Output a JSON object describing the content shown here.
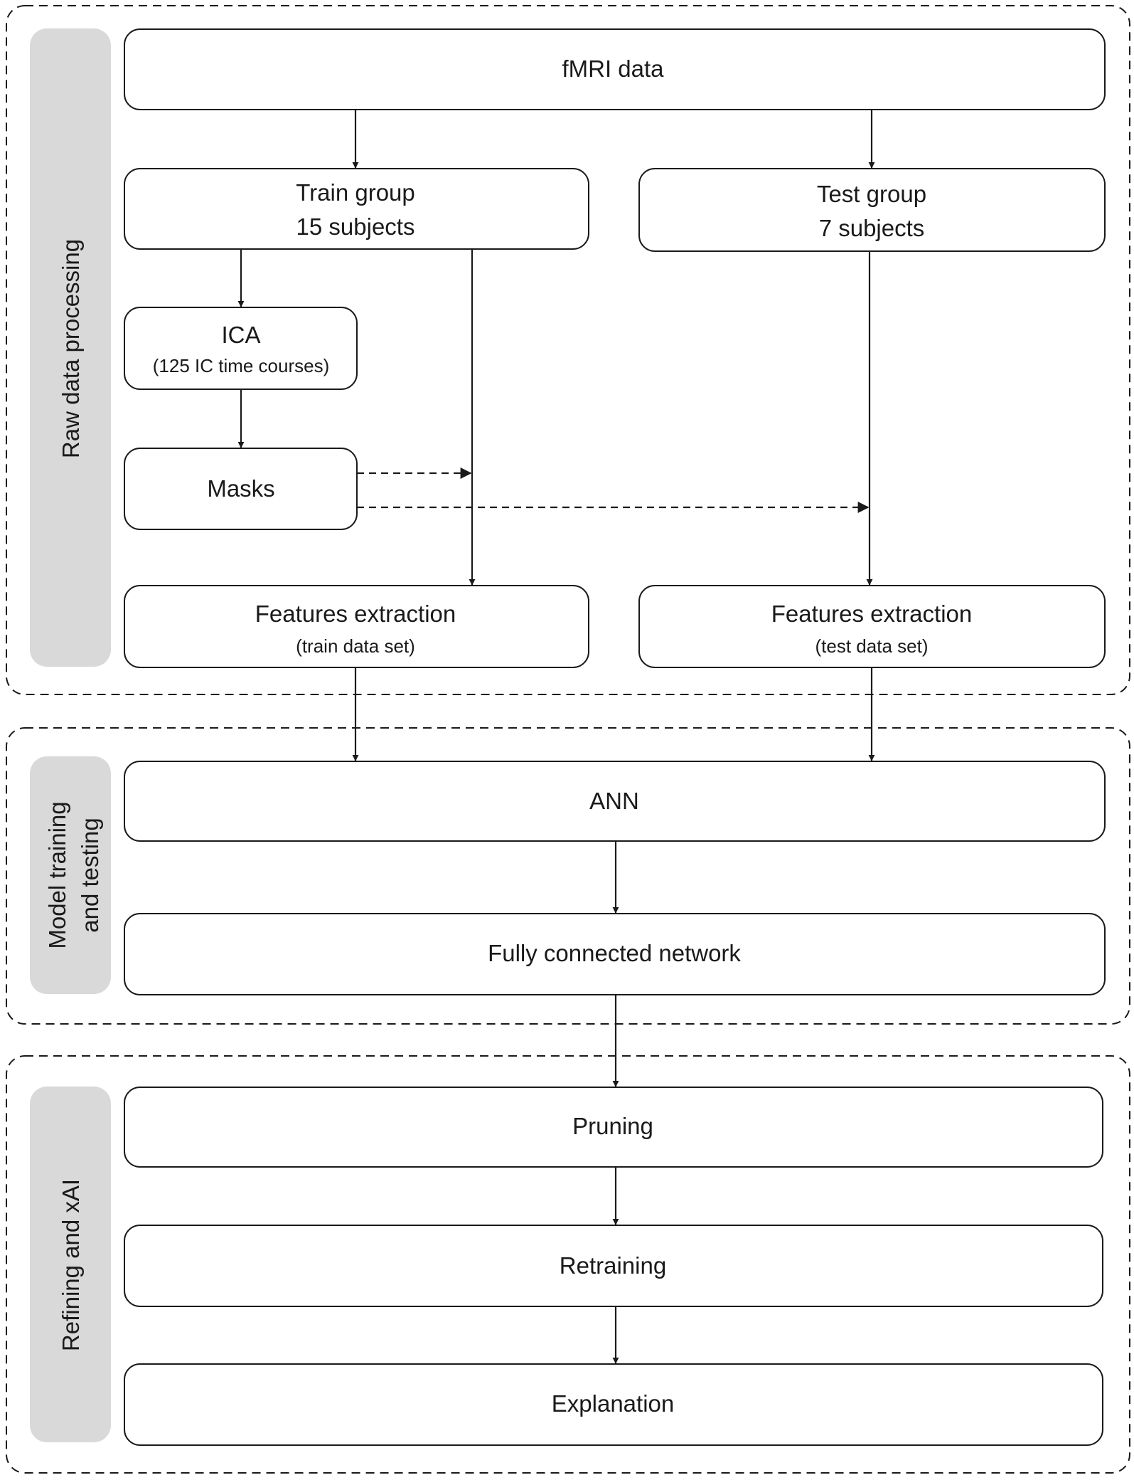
{
  "sections": {
    "raw": "Raw data processing",
    "model_line1": "Model training",
    "model_line2": "and testing",
    "refine": "Refining and xAI"
  },
  "nodes": {
    "fmri": "fMRI data",
    "train_line1": "Train group",
    "train_line2": "15 subjects",
    "test_line1": "Test group",
    "test_line2": "7 subjects",
    "ica": "ICA",
    "ica_sub": "(125  IC time courses)",
    "masks": "Masks",
    "feat_train": "Features extraction",
    "feat_train_sub": "(train data set)",
    "feat_test": "Features extraction",
    "feat_test_sub": "(test data set)",
    "ann": "ANN",
    "fcn": "Fully connected network",
    "pruning": "Pruning",
    "retraining": "Retraining",
    "explanation": "Explanation"
  }
}
